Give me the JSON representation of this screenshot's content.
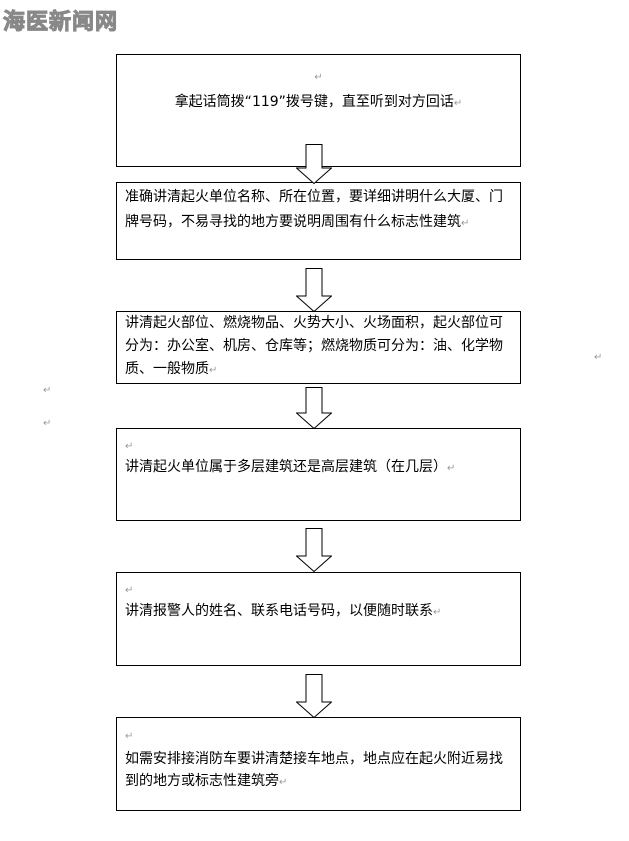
{
  "watermark": "海医新闻网",
  "paragraph_mark": "↵",
  "steps": [
    {
      "text": "拿起话筒拨“119”拨号键，直至听到对方回话"
    },
    {
      "text": "准确讲清起火单位名称、所在位置，要详细讲明什么大厦、门牌号码，不易寻找的地方要说明周围有什么标志性建筑"
    },
    {
      "text": "讲清起火部位、燃烧物品、火势大小、火场面积，起火部位可分为：办公室、机房、仓库等；燃烧物质可分为：油、化学物质、一般物质"
    },
    {
      "text": "讲清起火单位属于多层建筑还是高层建筑（在几层）"
    },
    {
      "text": "讲清报警人的姓名、联系电话号码，以便随时联系"
    },
    {
      "text": "如需安排接消防车要讲清楚接车地点，地点应在起火附近易找到的地方或标志性建筑旁"
    }
  ]
}
